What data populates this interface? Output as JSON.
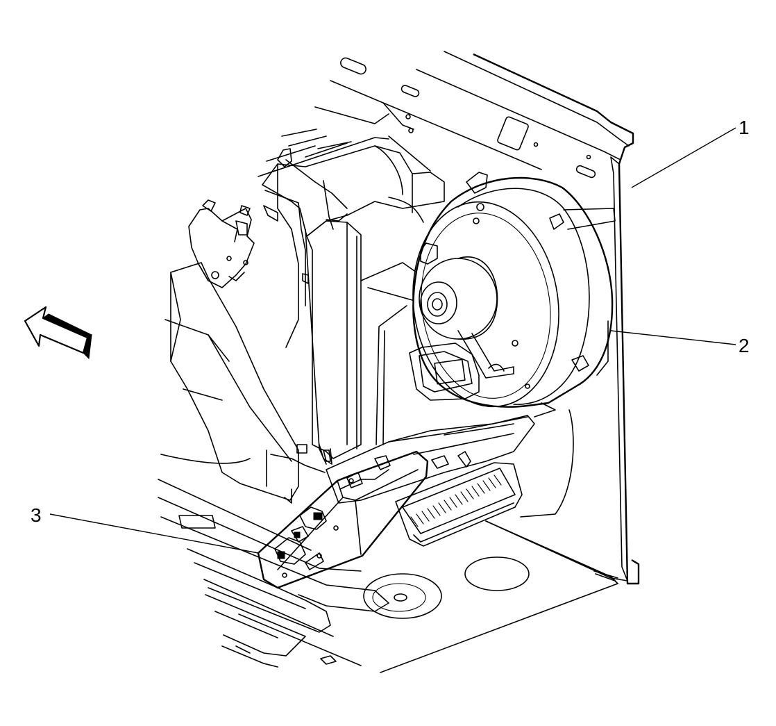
{
  "callouts": [
    {
      "number": "1",
      "target": "hvac-module-housing"
    },
    {
      "number": "2",
      "target": "blower-motor-assembly"
    },
    {
      "number": "3",
      "target": "blower-motor-control-module"
    }
  ],
  "direction_indicator": "forward-arrow-icon",
  "colors": {
    "line": "#000000",
    "background": "#ffffff"
  }
}
